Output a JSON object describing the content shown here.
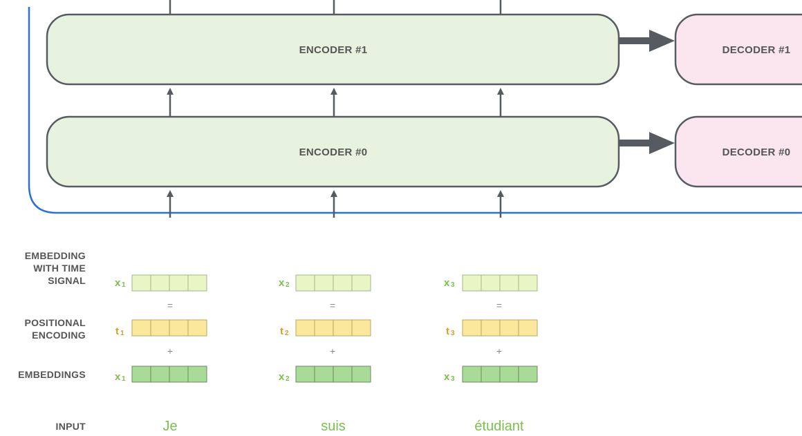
{
  "encoders": [
    {
      "label": "ENCODER #1"
    },
    {
      "label": "ENCODER #0"
    }
  ],
  "decoders": [
    {
      "label": "DECODER #1"
    },
    {
      "label": "DECODER #0"
    }
  ],
  "rows": {
    "embedding_time_signal": [
      "EMBEDDING",
      "WITH TIME",
      "SIGNAL"
    ],
    "positional_encoding": [
      "POSITIONAL",
      "ENCODING"
    ],
    "embeddings": [
      "EMBEDDINGS"
    ],
    "input": [
      "INPUT"
    ]
  },
  "operators": {
    "equals": "=",
    "plus": "+"
  },
  "tokens": [
    {
      "word": "Je",
      "x_sym": "x",
      "t_sym": "t",
      "index": "1"
    },
    {
      "word": "suis",
      "x_sym": "x",
      "t_sym": "t",
      "index": "2"
    },
    {
      "word": "étudiant",
      "x_sym": "x",
      "t_sym": "t",
      "index": "3"
    }
  ],
  "colors": {
    "encoder_fill": "#e8f3df",
    "decoder_fill": "#fbe5ee",
    "box_stroke": "#555b61",
    "frame": "#2a6fdb",
    "time_signal_fill": "#e7f6c4",
    "positional_fill": "#fbe89a",
    "embedding_fill": "#a9db98",
    "x_color": "#7cbf4e",
    "t_color": "#c9a22a"
  }
}
